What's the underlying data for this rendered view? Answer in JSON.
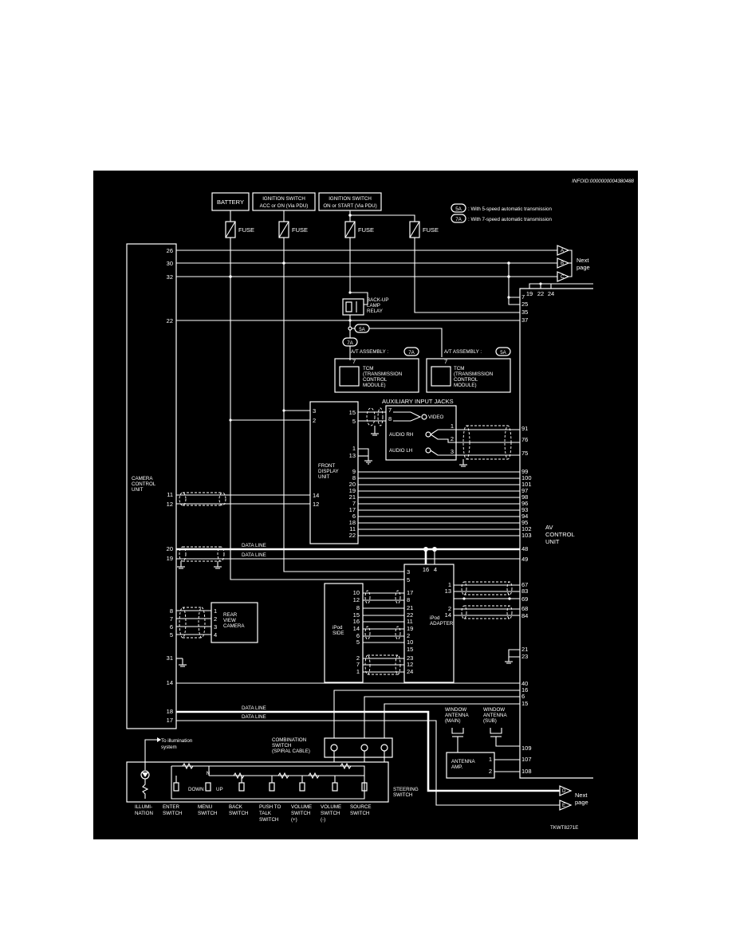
{
  "info_code": "INFOID:0000000004380488",
  "figure_id": "TKWT8271E",
  "legend": [
    {
      "badge": "5A",
      "text": ": With 5-speed automatic transmission"
    },
    {
      "badge": "7A",
      "text": ": With 7-speed automatic transmission"
    }
  ],
  "power": {
    "battery": "BATTERY",
    "ign_acc_l1": "IGNITION SWITCH",
    "ign_acc_l2": "ACC or ON (Via PDU)",
    "ign_start_l1": "IGNITION SWITCH",
    "ign_start_l2": "ON or START (Via PDU)",
    "fuse": "FUSE"
  },
  "next_page": {
    "l1": "Next",
    "l2": "page"
  },
  "connectors": {
    "a": "A",
    "b": "B",
    "c": "C",
    "d": "D",
    "e": "E"
  },
  "camera_unit": {
    "l1": "CAMERA",
    "l2": "CONTROL",
    "l3": "UNIT"
  },
  "camera_pins": [
    "26",
    "30",
    "32",
    "22",
    "11",
    "12",
    "20",
    "19",
    "8",
    "7",
    "6",
    "5",
    "31",
    "14",
    "18",
    "17"
  ],
  "relay": {
    "l1": "BACK-UP",
    "l2": "LAMP",
    "l3": "RELAY"
  },
  "at_assembly": {
    "label": "A/T ASSEMBLY :",
    "badge7": "7A",
    "badge5": "5A"
  },
  "tcm": {
    "l1": "TCM",
    "l2": "(TRANSMISSION",
    "l3": "CONTROL",
    "l4": "MODULE)",
    "pin": "7"
  },
  "front_display": {
    "l1": "FRONT",
    "l2": "DISPLAY",
    "l3": "UNIT"
  },
  "fdu_left_pins": [
    "3",
    "2",
    "14",
    "12"
  ],
  "fdu_right_pins": [
    "15",
    "5",
    "1",
    "13",
    "9",
    "8",
    "20",
    "19",
    "21",
    "7",
    "17",
    "6",
    "18",
    "11",
    "22"
  ],
  "aux": {
    "title": "AUXILIARY INPUT JACKS",
    "video": "VIDEO",
    "audio_rh": "AUDIO RH",
    "audio_lh": "AUDIO LH",
    "pins_left": [
      "7",
      "8"
    ],
    "pins_right": [
      "1",
      "2",
      "3"
    ]
  },
  "av_unit": {
    "l1": "AV",
    "l2": "CONTROL",
    "l3": "UNIT"
  },
  "av_top_pins": [
    "19",
    "22",
    "24"
  ],
  "av_pins": [
    "7",
    "25",
    "35",
    "37",
    "91",
    "76",
    "75",
    "99",
    "100",
    "101",
    "97",
    "98",
    "96",
    "93",
    "94",
    "95",
    "102",
    "103",
    "48",
    "49",
    "67",
    "83",
    "69",
    "68",
    "84",
    "21",
    "23",
    "40",
    "16",
    "6",
    "15",
    "109",
    "107",
    "108"
  ],
  "data_line": "DATA LINE",
  "ipod_adapter": {
    "l1": "iPod",
    "l2": "ADAPTER",
    "top_pins": [
      "16",
      "4"
    ],
    "left_pins": [
      "3",
      "5",
      "17",
      "8",
      "21",
      "22",
      "11",
      "19",
      "2",
      "10",
      "15",
      "23",
      "12",
      "24"
    ],
    "right_pins": [
      "1",
      "13",
      "2",
      "14"
    ]
  },
  "ipod_side": {
    "l1": "iPod",
    "l2": "SIDE",
    "pins": [
      "10",
      "12",
      "8",
      "15",
      "16",
      "14",
      "6",
      "5",
      "2",
      "7",
      "1"
    ]
  },
  "rear_camera": {
    "l1": "REAR",
    "l2": "VIEW",
    "l3": "CAMERA",
    "pins": [
      "1",
      "2",
      "3",
      "4"
    ]
  },
  "antenna": {
    "main_l1": "WINDOW",
    "main_l2": "ANTENNA",
    "main_l3": "(MAIN)",
    "sub_l1": "WINDOW",
    "sub_l2": "ANTENNA",
    "sub_l3": "(SUB)",
    "amp_l1": "ANTENNA",
    "amp_l2": "AMP.",
    "pins": [
      "1",
      "2"
    ]
  },
  "combination_switch": {
    "l1": "COMBINATION",
    "l2": "SWITCH",
    "l3": "(SPIRAL CABLE)"
  },
  "illumination": {
    "to_l1": "To illumination",
    "to_l2": "system",
    "l1": "ILLUMI-",
    "l2": "NATION"
  },
  "steering_switch": {
    "l1": "STEERING",
    "l2": "SWITCH",
    "n": "N",
    "down": "DOWN",
    "up": "UP"
  },
  "switches": [
    {
      "l1": "ENTER",
      "l2": "SWITCH",
      "l3": ""
    },
    {
      "l1": "MENU",
      "l2": "SWITCH",
      "l3": ""
    },
    {
      "l1": "BACK",
      "l2": "SWITCH",
      "l3": ""
    },
    {
      "l1": "PUSH TO",
      "l2": "TALK",
      "l3": "SWITCH"
    },
    {
      "l1": "VOLUME",
      "l2": "SWITCH",
      "l3": "(+)"
    },
    {
      "l1": "VOLUME",
      "l2": "SWITCH",
      "l3": "(-)"
    },
    {
      "l1": "SOURCE",
      "l2": "SWITCH",
      "l3": ""
    }
  ]
}
